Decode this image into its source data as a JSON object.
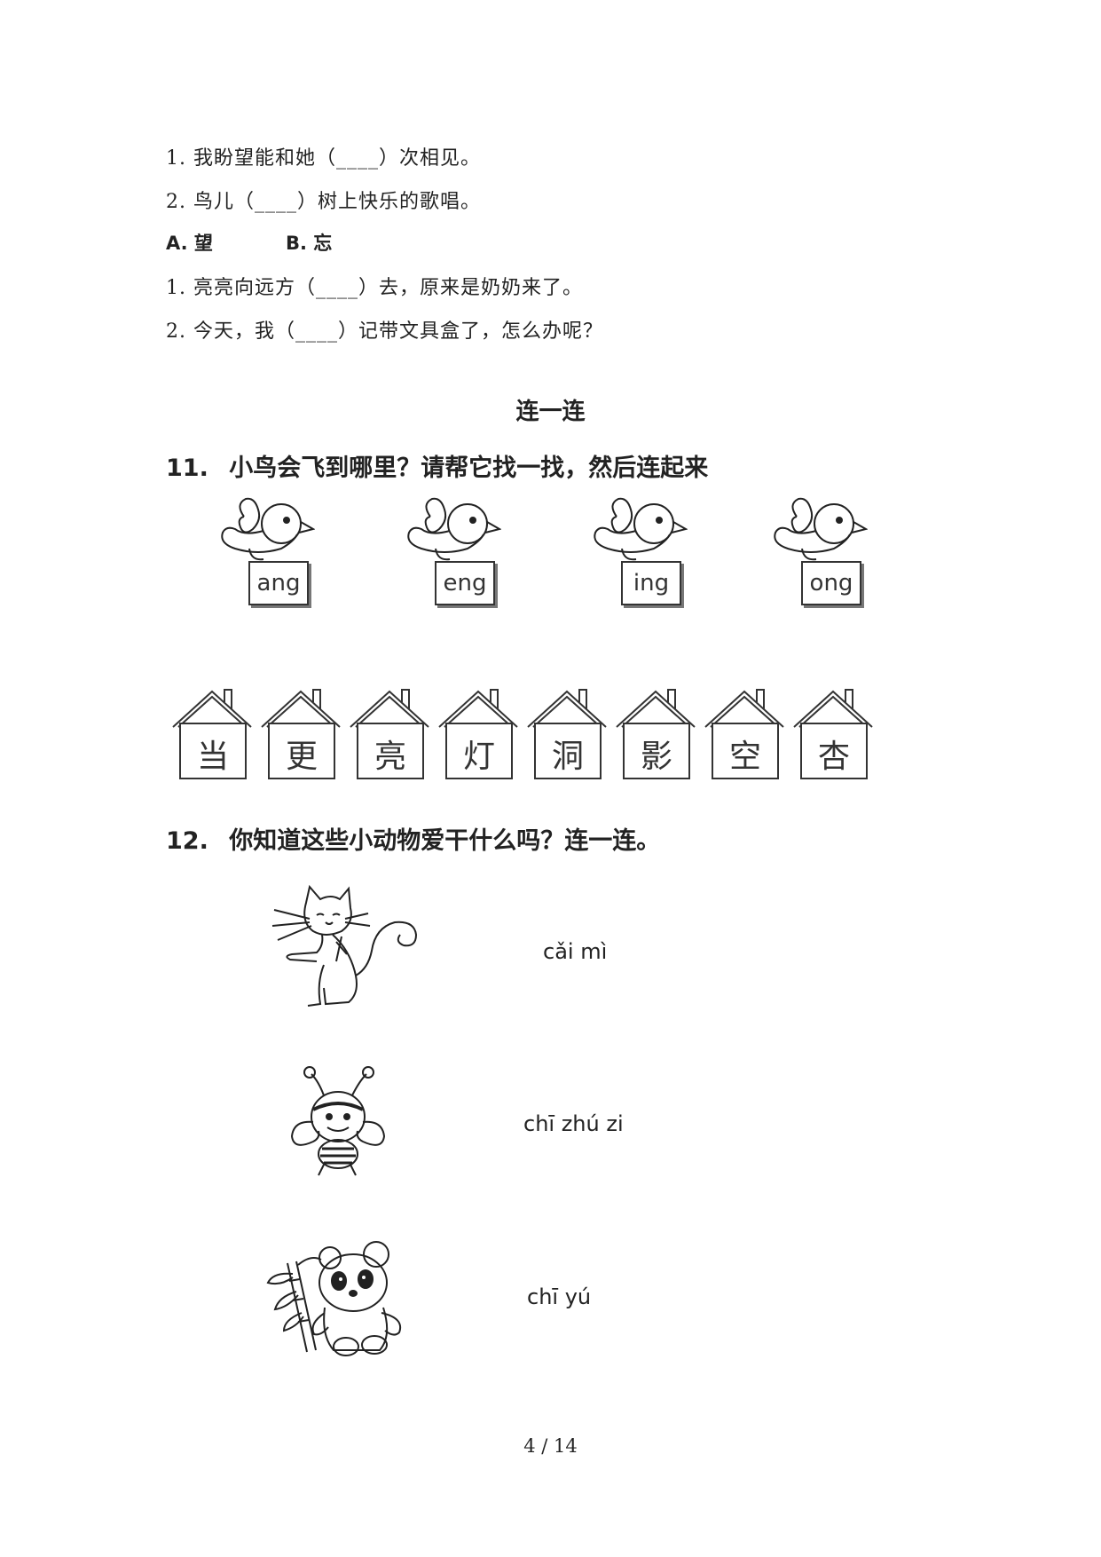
{
  "sentences_group1": [
    "1. 我盼望能和她（____）次相见。",
    "2. 鸟儿（____）树上快乐的歌唱。"
  ],
  "options": {
    "a": "A. 望",
    "b": "B. 忘"
  },
  "sentences_group2": [
    "1. 亮亮向远方（____）去，原来是奶奶来了。",
    "2. 今天，我（____）记带文具盒了，怎么办呢？"
  ],
  "section_title": "连一连",
  "q11": {
    "number": "11.",
    "text": "小鸟会飞到哪里？请帮它找一找，然后连起来"
  },
  "birds": [
    "ang",
    "eng",
    "ing",
    "ong"
  ],
  "houses": [
    "当",
    "更",
    "亮",
    "灯",
    "洞",
    "影",
    "空",
    "杏"
  ],
  "q12": {
    "number": "12.",
    "text": "你知道这些小动物爱干什么吗？连一连。"
  },
  "animals": [
    {
      "icon": "cat-icon",
      "pinyin": "cǎi mì"
    },
    {
      "icon": "bee-icon",
      "pinyin": "chī zhú zi"
    },
    {
      "icon": "panda-icon",
      "pinyin": "chī yú"
    }
  ],
  "footer": "4 / 14"
}
